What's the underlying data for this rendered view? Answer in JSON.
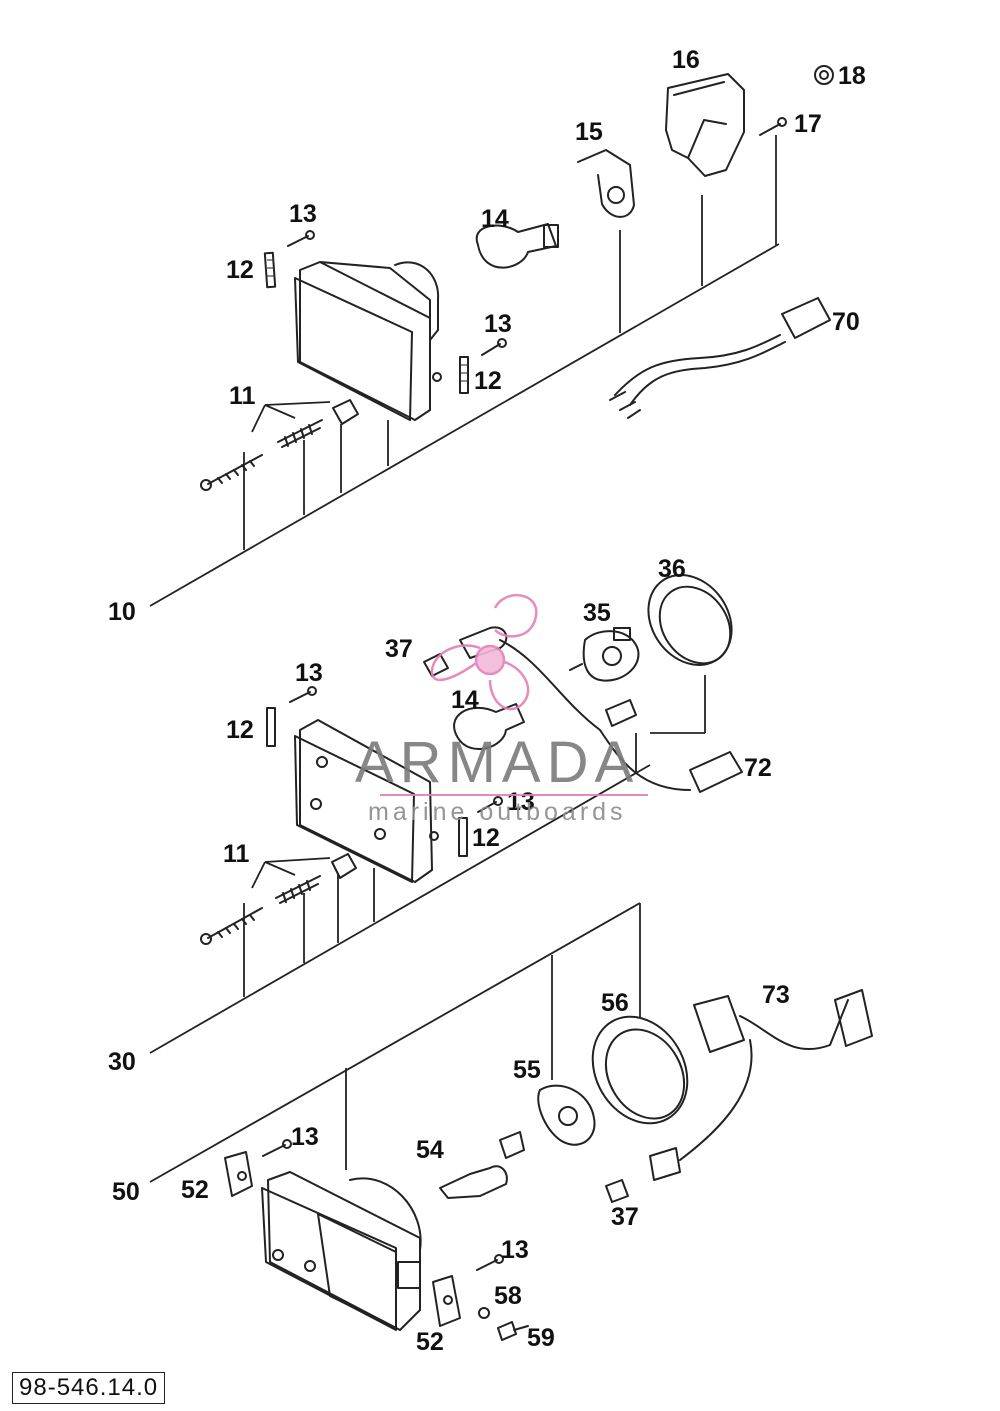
{
  "watermark": {
    "title": "ARMADA",
    "subtitle": "marine outboards",
    "logo_color": "#e47fb8"
  },
  "drawing_ref": "98-546.14.0",
  "callouts": {
    "c10": "10",
    "c11a": "11",
    "c12a": "12",
    "c12b": "12",
    "c13a": "13",
    "c13b": "13",
    "c14a": "14",
    "c15": "15",
    "c16": "16",
    "c17": "17",
    "c18": "18",
    "c70": "70",
    "c30": "30",
    "c11b": "11",
    "c12c": "12",
    "c12d": "12",
    "c13c": "13",
    "c13d": "13",
    "c14b": "14",
    "c35": "35",
    "c36": "36",
    "c37a": "37",
    "c72": "72",
    "c50": "50",
    "c52a": "52",
    "c52b": "52",
    "c13e": "13",
    "c13f": "13",
    "c54": "54",
    "c55": "55",
    "c56": "56",
    "c73": "73",
    "c37b": "37",
    "c58": "58",
    "c59": "59"
  }
}
